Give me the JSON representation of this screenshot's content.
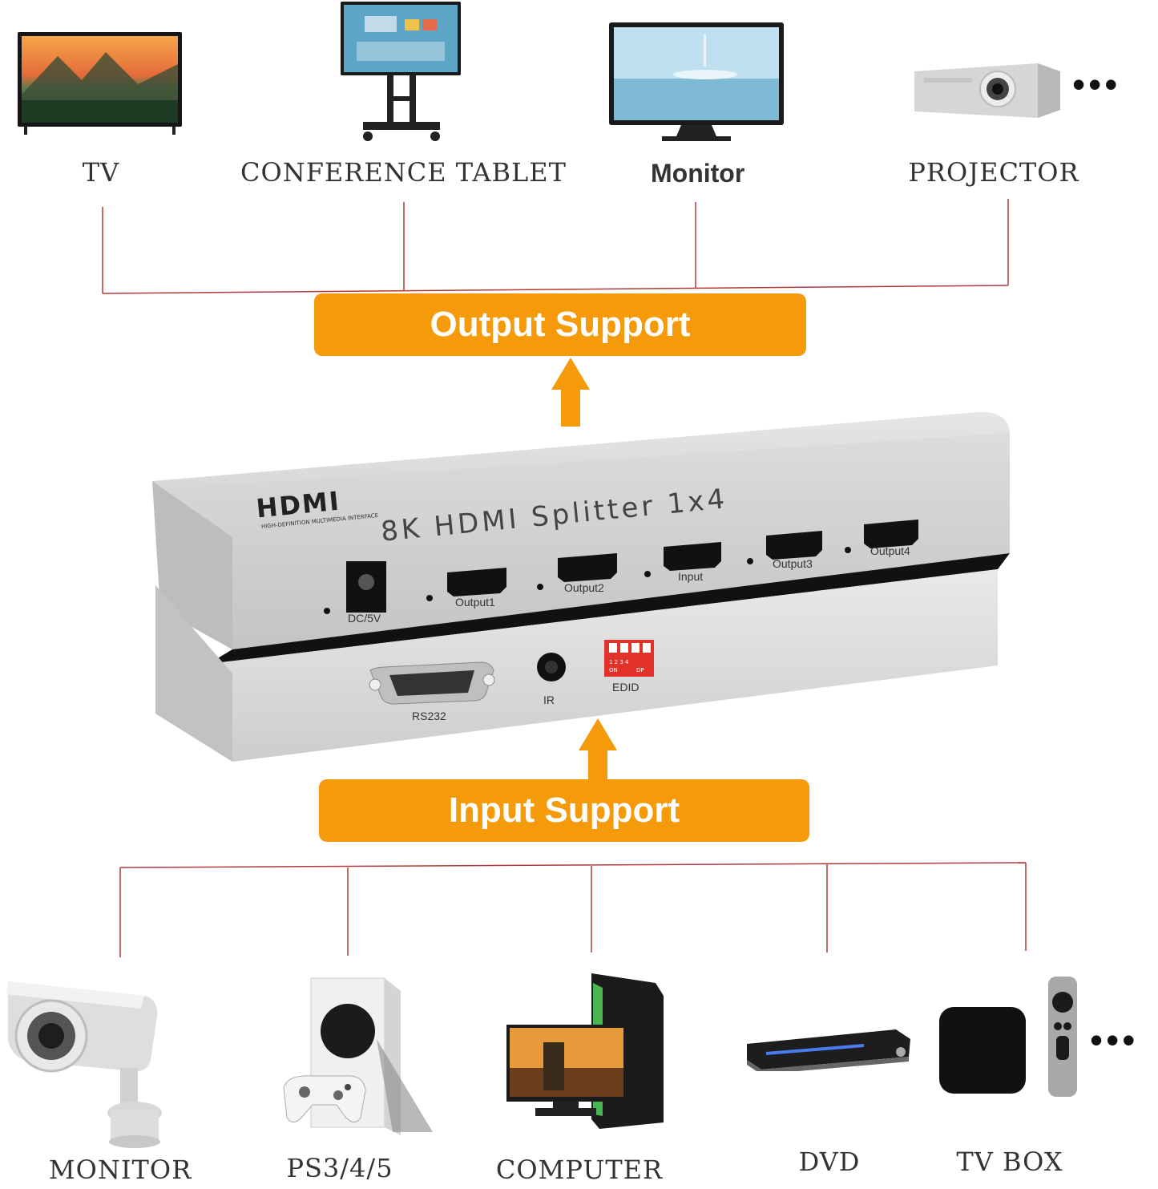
{
  "output": {
    "banner": "Output Support",
    "devices": [
      {
        "label": "TV",
        "icon": "tv-icon"
      },
      {
        "label": "CONFERENCE TABLET",
        "icon": "conference-tablet-icon"
      },
      {
        "label": "Monitor",
        "icon": "monitor-icon"
      },
      {
        "label": "PROJECTOR",
        "icon": "projector-icon"
      }
    ],
    "more": "•••"
  },
  "input": {
    "banner": "Input Support",
    "devices": [
      {
        "label": "MONITOR",
        "icon": "security-camera-icon"
      },
      {
        "label": "PS3/4/5",
        "icon": "game-console-icon"
      },
      {
        "label": "COMPUTER",
        "icon": "computer-icon"
      },
      {
        "label": "DVD",
        "icon": "dvd-player-icon"
      },
      {
        "label": "TV BOX",
        "icon": "tv-box-icon"
      }
    ],
    "more": "•••"
  },
  "splitter": {
    "brand": "HDMI",
    "brand_tagline": "HIGH-DEFINITION MULTIMEDIA INTERFACE",
    "model": "8K HDMI Splitter 1x4",
    "ports_top": {
      "power": "DC/5V",
      "output1": "Output1",
      "output2": "Output2",
      "input": "Input",
      "output3": "Output3",
      "output4": "Output4"
    },
    "ports_bottom": {
      "rs232": "RS232",
      "ir": "IR",
      "edid": "EDID",
      "dip_numbers": "1 2 3 4",
      "dip_on": "ON",
      "dip_dp": "DP"
    }
  },
  "colors": {
    "accent": "#f59a0a",
    "connector_line": "#b03a3a",
    "device_body": "#d9d9d9"
  }
}
